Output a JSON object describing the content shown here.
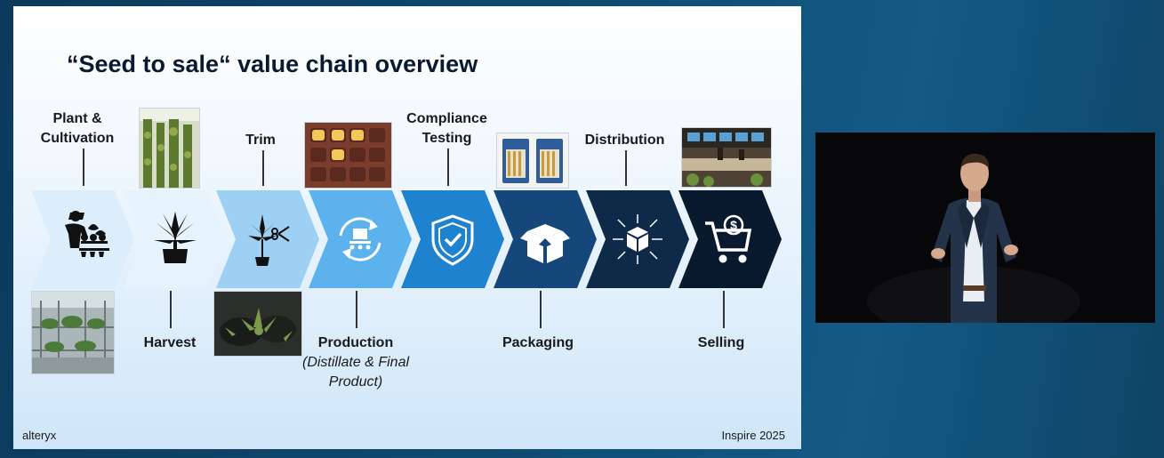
{
  "slide": {
    "title": "“Seed to sale“ value chain overview",
    "brand": "alteryx",
    "event": "Inspire 2025",
    "colors": {
      "stage1": "#dceefb",
      "stage2": "#e6f2fc",
      "stage3": "#9dd0f3",
      "stage4": "#5bb2ec",
      "stage5": "#1f82cf",
      "stage6": "#16477a",
      "stage7": "#0f2a48",
      "stage8": "#0a1a2e"
    },
    "stages": [
      {
        "icon": "farmer-plants-icon",
        "label": "Plant & Cultivation"
      },
      {
        "icon": "potted-cannabis-icon",
        "label": "Harvest"
      },
      {
        "icon": "trim-scissors-icon",
        "label": "Trim"
      },
      {
        "icon": "conveyor-cycle-icon",
        "label": "Production",
        "sublabel": "(Distillate & Final Product)"
      },
      {
        "icon": "shield-check-icon",
        "label": "Compliance Testing"
      },
      {
        "icon": "open-box-icon",
        "label": "Packaging"
      },
      {
        "icon": "box-distribution-icon",
        "label": "Distribution"
      },
      {
        "icon": "cart-dollar-icon",
        "label": "Selling"
      }
    ],
    "photos": [
      {
        "name": "greenhouse-photo"
      },
      {
        "name": "harvest-field-photo"
      },
      {
        "name": "trim-hands-photo"
      },
      {
        "name": "gummy-tray-photo"
      },
      {
        "name": "test-vials-photo"
      },
      {
        "name": "dispensary-photo"
      }
    ]
  },
  "video": {
    "name": "speaker-video"
  }
}
